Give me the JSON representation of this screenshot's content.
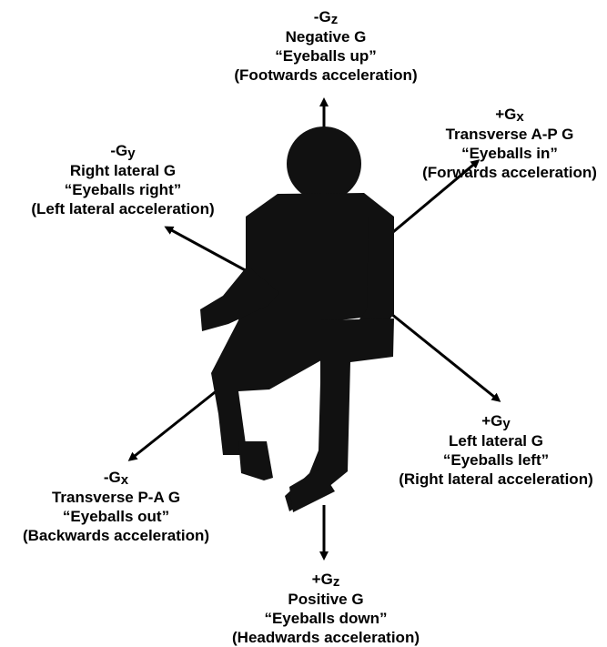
{
  "labels": {
    "neg_gz": {
      "sign": "-G",
      "axis": "z",
      "name": "Negative G",
      "slang": "“Eyeballs up”",
      "acceleration": "(Footwards acceleration)"
    },
    "pos_gx": {
      "sign": "+G",
      "axis": "x",
      "name": "Transverse A-P G",
      "slang": "“Eyeballs in”",
      "acceleration": "(Forwards acceleration)"
    },
    "neg_gy": {
      "sign": "-G",
      "axis": "y",
      "name": "Right lateral G",
      "slang": "“Eyeballs right”",
      "acceleration": "(Left lateral acceleration)"
    },
    "pos_gy": {
      "sign": "+G",
      "axis": "y",
      "name": "Left lateral G",
      "slang": "“Eyeballs left”",
      "acceleration": "(Right lateral acceleration)"
    },
    "neg_gx": {
      "sign": "-G",
      "axis": "x",
      "name": "Transverse P-A G",
      "slang": "“Eyeballs out”",
      "acceleration": "(Backwards acceleration)"
    },
    "pos_gz": {
      "sign": "+G",
      "axis": "z",
      "name": "Positive G",
      "slang": "“Eyeballs down”",
      "acceleration": "(Headwards acceleration)"
    }
  },
  "colors": {
    "figure": "#111111",
    "arrows": "#000000",
    "background": "#ffffff"
  }
}
